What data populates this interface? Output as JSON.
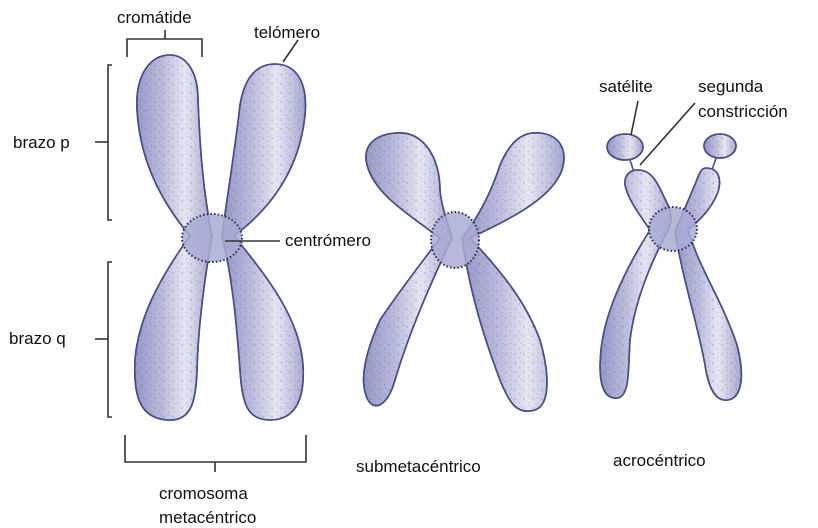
{
  "labels": {
    "cromatide": "cromátide",
    "telomero": "telómero",
    "brazo_p": "brazo p",
    "brazo_q": "brazo q",
    "centromero": "centrómero",
    "cromosoma_line1": "cromosoma",
    "cromosoma_line2": "metacéntrico",
    "submetacentrico": "submetacéntrico",
    "acrocentrico": "acrocéntrico",
    "satelite": "satélite",
    "segunda_line1": "segunda",
    "segunda_line2": "constricción"
  },
  "colors": {
    "chromosome_light": "#e6e6f2",
    "chromosome_mid": "#b9badb",
    "chromosome_dark": "#9597c6",
    "outline": "#4a4d86",
    "text": "#111111",
    "lines": "#333333"
  }
}
